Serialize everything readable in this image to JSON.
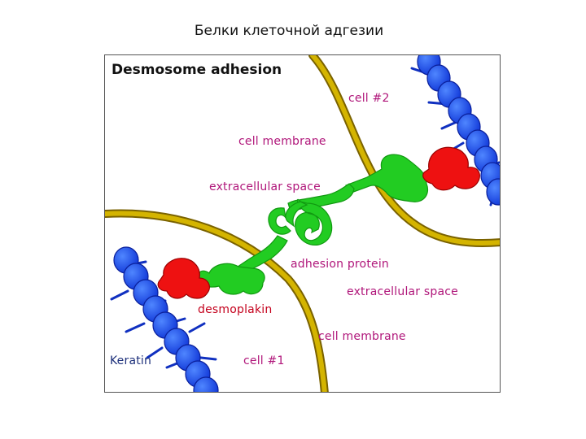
{
  "page_title": "Белки клеточной адгезии",
  "diagram": {
    "heading": "Desmosome adhesion",
    "labels": {
      "cell2": "cell #2",
      "membrane_top": "cell membrane",
      "extracellular_top": "extracellular space",
      "adhesion_protein": "adhesion protein",
      "extracellular_bottom": "extracellular space",
      "desmoplakin": "desmoplakin",
      "membrane_bottom": "cell membrane",
      "keratin": "Keratin",
      "cell1": "cell #1"
    },
    "colors": {
      "membrane": "#c8a800",
      "adhesion_protein": "#22cc22",
      "desmoplakin": "#ee1111",
      "keratin": "#1f5bf0",
      "label_magenta": "#b0167a",
      "label_red": "#c4001c"
    }
  }
}
